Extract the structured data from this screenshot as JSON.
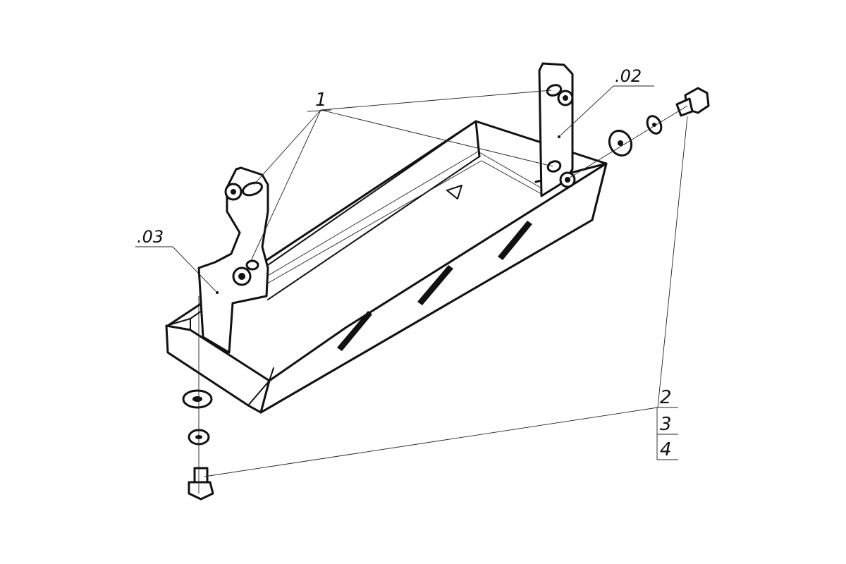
{
  "callouts": {
    "part1": "1",
    "part02": ".02",
    "part03": ".03",
    "part2": "2",
    "part3": "3",
    "part4": "4"
  },
  "colors": {
    "line": "#111111",
    "background": "#ffffff"
  }
}
